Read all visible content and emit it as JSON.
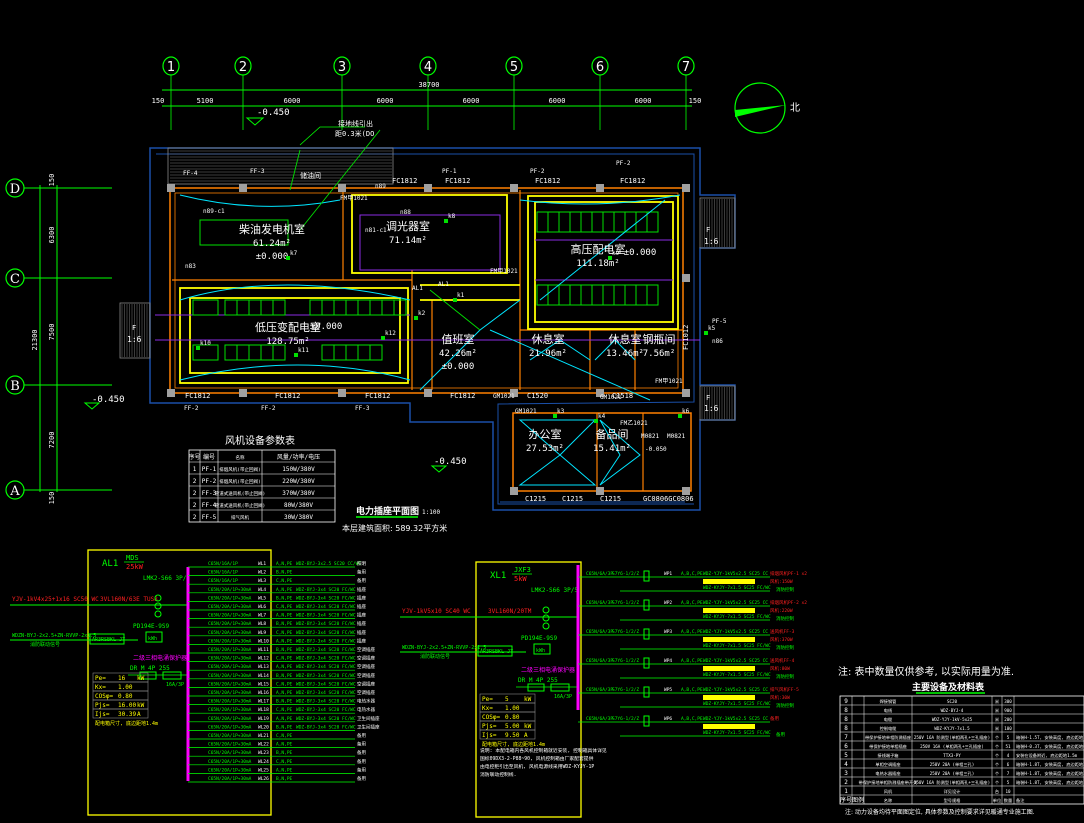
{
  "colors": {
    "background": "#000000",
    "grid_axis": "#00ff00",
    "wall_outer": "#1a4fa8",
    "wall_inner": "#ff8000",
    "wiring_yellow": "#ffff00",
    "wiring_cyan": "#00e5ff",
    "equipment_green": "#00e000",
    "purple": "#8a2be2",
    "magenta": "#ff00ff",
    "red": "#ff2020",
    "white": "#ffffff",
    "column_gray": "#a0a0a0"
  },
  "plan": {
    "title": "电力插座平面图",
    "scale": "1:100",
    "area_note": "本层建筑面积: 589.32平方米",
    "north_label": "北",
    "top_axes": [
      "1",
      "2",
      "3",
      "4",
      "5",
      "6",
      "7"
    ],
    "side_axes": [
      "D",
      "C",
      "B",
      "A"
    ],
    "top_total_dim": "38700",
    "top_dims": [
      "150",
      "5100",
      "6000",
      "6000",
      "6000",
      "6000",
      "6000",
      "150"
    ],
    "side_total_dim": "21300",
    "side_dims": [
      "150",
      "6300",
      "7500",
      "7200",
      "150"
    ],
    "elevation_outside": "-0.450",
    "leader_note_top": "接地线引出",
    "leader_note_top2": "距0.3米(DO",
    "rooms": [
      {
        "name": "柴油发电机室",
        "area": "61.24m²",
        "elev": "±0.000"
      },
      {
        "name": "调光器室",
        "area": "71.14m²"
      },
      {
        "name": "高压配电室",
        "area": "111.18m²",
        "elev": "±0.000"
      },
      {
        "name": "低压变配电室",
        "area": "128.75m²",
        "elev": "±0.000"
      },
      {
        "name": "值班室",
        "area": "42.26m²",
        "elev": "±0.000"
      },
      {
        "name": "休息室",
        "area": "21.96m²"
      },
      {
        "name": "休息室",
        "area": "13.46m²"
      },
      {
        "name": "钢瓶间",
        "area": "7.56m²"
      },
      {
        "name": "办公室",
        "area": "27.53m²"
      },
      {
        "name": "备品间",
        "area": "15.41m²"
      }
    ],
    "window_labels": [
      "FC1812",
      "FC1812",
      "FC1812",
      "FC1812",
      "FC1812",
      "FC1812",
      "FC1812",
      "FC1812",
      "C1520",
      "C1518",
      "C1518",
      "C1215",
      "C1215",
      "C1215",
      "GC0806GC0806",
      "FC1012"
    ],
    "door_labels": [
      "FM甲1021",
      "FM甲1021",
      "FM甲1021",
      "GM1021",
      "GM1021",
      "GM1021",
      "FM乙1021",
      "FM乙1021",
      "M0821",
      "M0821",
      "储油间"
    ],
    "fan_labels": [
      "PF-1",
      "PF-2",
      "PF-3",
      "FF-2",
      "FF-3",
      "FF-4",
      "PF-5"
    ],
    "switch_labels": [
      "k1",
      "k2",
      "k3",
      "k4",
      "k5",
      "k6",
      "k7",
      "k8",
      "k9",
      "k10",
      "k11",
      "k12"
    ],
    "box_labels": [
      "AL1",
      "XL1",
      "n89-c1",
      "n89",
      "n88",
      "n81-c1",
      "n83",
      "n86"
    ],
    "ramp_label": "1:6",
    "ramp_letter": "F",
    "toilet_elev": "-0.050"
  },
  "fan_table": {
    "title": "风机设备参数表",
    "headers": [
      "序号",
      "编号",
      "名称",
      "风量/功率/电压"
    ],
    "rows": [
      [
        "1",
        "PF-1",
        "排烟风机(带止回阀)",
        "150W/380V"
      ],
      [
        "2",
        "PF-2",
        "排烟风机(带止回阀)",
        "220W/380V"
      ],
      [
        "2",
        "FF-3",
        "管道式送风机(带止回阀)",
        "370W/380V"
      ],
      [
        "2",
        "FF-4",
        "管道式送风机(带止回阀)",
        "80W/380V"
      ],
      [
        "2",
        "FF-5",
        "排气风机",
        "30W/380V"
      ]
    ]
  },
  "panel_al1": {
    "name": "AL1",
    "model": "MDS",
    "power": "25kW",
    "incoming_cable": "YJV-1kV4x25+1x16 SC50 WC",
    "main_breaker": "3VL160N/63E TUS8",
    "isolator": "LMK2-S66 3P/5",
    "meter": "PD194E-9S9",
    "meter_box": "kWh",
    "signal_cable": "WDZN-BYJ-2x2.5+ZN-RVVP-2x1.5",
    "signal_note": "消防联动信号",
    "signal_module": "AR3RSBKL-JT",
    "surge_title": "二级三相电涌保护器",
    "surge": "DR M 4P 255",
    "surge_breaker": "16A/3P",
    "params": [
      [
        "Pe=",
        "16",
        "kW"
      ],
      [
        "Kx=",
        "1.00",
        ""
      ],
      [
        "COSφ=",
        "0.80",
        ""
      ],
      [
        "Pjs=",
        "16.00",
        "kW"
      ],
      [
        "Ijs=",
        "30.39",
        "A"
      ]
    ],
    "params_note": "配电箱尺寸, 底边距地1.4m",
    "circuits": [
      [
        "C65N/16A/1P",
        "WL1",
        "A,N,PE",
        "WDZ-BYJ-3x2.5 SC20 CC/WC",
        "照明"
      ],
      [
        "C65N/16A/1P",
        "WL2",
        "B,N,PE",
        "",
        "备用"
      ],
      [
        "C65N/16A/1P",
        "WL3",
        "C,N,PE",
        "",
        "备用"
      ],
      [
        "C65N/20A/1P+30mA",
        "WL4",
        "A,N,PE",
        "WDZ-BYJ-3x4 SC20 FC/WC",
        "插座"
      ],
      [
        "C65N/20A/1P+30mA",
        "WL5",
        "B,N,PE",
        "WDZ-BYJ-3x4 SC20 FC/WC",
        "插座"
      ],
      [
        "C65N/20A/1P+30mA",
        "WL6",
        "C,N,PE",
        "WDZ-BYJ-3x4 SC20 FC/WC",
        "插座"
      ],
      [
        "C65N/20A/1P+30mA",
        "WL7",
        "A,N,PE",
        "WDZ-BYJ-3x4 SC20 FC/WC",
        "插座"
      ],
      [
        "C65N/20A/1P+30mA",
        "WL8",
        "B,N,PE",
        "WDZ-BYJ-3x4 SC20 FC/WC",
        "插座"
      ],
      [
        "C65N/20A/1P+30mA",
        "WL9",
        "C,N,PE",
        "WDZ-BYJ-3x4 SC20 FC/WC",
        "插座"
      ],
      [
        "C65N/20A/1P+30mA",
        "WL10",
        "A,N,PE",
        "WDZ-BYJ-3x4 SC20 FC/WC",
        "插座"
      ],
      [
        "C65N/20A/1P+30mA",
        "WL11",
        "B,N,PE",
        "WDZ-BYJ-3x4 SC20 FC/WC",
        "空调插座"
      ],
      [
        "C65N/20A/1P+30mA",
        "WL12",
        "C,N,PE",
        "WDZ-BYJ-3x4 SC20 FC/WC",
        "空调插座"
      ],
      [
        "C65N/20A/1P+30mA",
        "WL13",
        "A,N,PE",
        "WDZ-BYJ-3x4 SC20 FC/WC",
        "空调插座"
      ],
      [
        "C65N/20A/1P+30mA",
        "WL14",
        "B,N,PE",
        "WDZ-BYJ-3x4 SC20 FC/WC",
        "空调插座"
      ],
      [
        "C65N/20A/1P+30mA",
        "WL15",
        "C,N,PE",
        "WDZ-BYJ-3x4 SC20 FC/WC",
        "空调插座"
      ],
      [
        "C65N/20A/1P+30mA",
        "WL16",
        "A,N,PE",
        "WDZ-BYJ-3x4 SC20 FC/WC",
        "空调插座"
      ],
      [
        "C65N/20A/1P+30mA",
        "WL17",
        "B,N,PE",
        "WDZ-BYJ-3x4 SC20 FC/WC",
        "电热水器"
      ],
      [
        "C65N/20A/1P+30mA",
        "WL18",
        "C,N,PE",
        "WDZ-BYJ-3x4 SC20 FC/WC",
        "电热水器"
      ],
      [
        "C65N/20A/1P+30mA",
        "WL19",
        "A,N,PE",
        "WDZ-BYJ-3x4 SC20 FC/WC",
        "卫生间插座"
      ],
      [
        "C65N/20A/1P+30mA",
        "WL20",
        "B,N,PE",
        "WDZ-BYJ-3x4 SC20 FC/WC",
        "卫生间插座"
      ],
      [
        "C65N/20A/1P+30mA",
        "WL21",
        "C,N,PE",
        "",
        "备用"
      ],
      [
        "C65N/20A/1P+30mA",
        "WL22",
        "A,N,PE",
        "",
        "备用"
      ],
      [
        "C65N/20A/1P+30mA",
        "WL23",
        "B,N,PE",
        "",
        "备用"
      ],
      [
        "C65N/20A/1P+30mA",
        "WL24",
        "C,N,PE",
        "",
        "备用"
      ],
      [
        "C65N/20A/1P+30mA",
        "WL25",
        "A,N,PE",
        "",
        "备用"
      ],
      [
        "C65N/20A/1P+30mA",
        "WL26",
        "B,N,PE",
        "",
        "备用"
      ]
    ]
  },
  "panel_xl1": {
    "name": "XL1",
    "model": "JXF3",
    "power": "5kW",
    "incoming_cable": "YJV-1kV5x10 SC40 WC",
    "main_breaker": "3VL160N/20TM",
    "isolator": "LMK2-S66 3P/5",
    "meter": "PD194E-9S9",
    "meter_box": "kWh",
    "signal_cable": "WDZN-BYJ-2x2.5+ZN-RVVP-2x1.5",
    "signal_note": "消防联动信号",
    "signal_module": "AR3RSBKL-JT",
    "surge_title": "二级三相电涌保护器",
    "surge": "DR M 4P 255",
    "surge_breaker": "16A/3P",
    "params": [
      [
        "Pe=",
        "5",
        "kW"
      ],
      [
        "Kx=",
        "1.00",
        ""
      ],
      [
        "COSφ=",
        "0.80",
        ""
      ],
      [
        "Pjs=",
        "5.00",
        "kW"
      ],
      [
        "Ijs=",
        "9.50",
        "A"
      ]
    ],
    "params_note": "配电箱尺寸, 底边距地1.4m",
    "notes": [
      "说明: 本配电箱内各风机控制箱就近安装, 控制箱具体详见",
      "国标09DX3-2-P88~90, 风机控制箱由厂家配套提供",
      "由电控柜引出至风机, 风机电源线采用WDZ-KYJY-1P",
      "消防联动控制线."
    ],
    "circuits": [
      [
        "C65N/6A/3P",
        "S7Y6-1/2/Z",
        "WP1",
        "A,B,C,PE",
        "WDZ-YJY-1kV5x2.5 SC25 CC",
        "排烟风机PF-1 x2",
        "WDZ-KYJY-7x1.5 SC25 FC/WC",
        "消防控制",
        "风机:150W"
      ],
      [
        "C65N/6A/3P",
        "S7Y6-1/2/Z",
        "WP2",
        "A,B,C,PE",
        "WDZ-YJY-1kV5x2.5 SC25 CC",
        "排烟风机PF-2 x2",
        "WDZ-KYJY-7x1.5 SC25 FC/WC",
        "消防控制",
        "风机:220W"
      ],
      [
        "C65N/6A/3P",
        "S7Y6-1/2/Z",
        "WP3",
        "A,B,C,PE",
        "WDZ-YJY-1kV5x2.5 SC25 CC",
        "送风机FF-3",
        "WDZ-KYJY-7x1.5 SC25 FC/WC",
        "消防控制",
        "风机:370W"
      ],
      [
        "C65N/6A/3P",
        "S7Y6-1/2/Z",
        "WP4",
        "A,B,C,PE",
        "WDZ-YJY-1kV5x2.5 SC25 CC",
        "送风机FF-4",
        "WDZ-KYJY-7x1.5 SC25 FC/WC",
        "消防控制",
        "风机:80W"
      ],
      [
        "C65N/6A/3P",
        "S7Y6-1/2/Z",
        "WP5",
        "A,B,C,PE",
        "WDZ-YJY-1kV5x2.5 SC25 CC",
        "排气风机FF-5",
        "WDZ-KYJY-7x1.5 SC25 FC/WC",
        "消防控制",
        "风机:30W"
      ],
      [
        "C65N/6A/3P",
        "S7Y6-1/2/Z",
        "WP6",
        "A,B,C,PE",
        "WDZ-YJY-1kV5x2.5 SC25 CC",
        "备用",
        "WDZ-KYJY-7x1.5 SC25 FC/WC",
        "备用",
        ""
      ]
    ]
  },
  "materials": {
    "note_top": "注: 表中数量仅供参考, 以实际用量为准.",
    "title": "主要设备及材料表",
    "headers": [
      "序号",
      "图例",
      "名称",
      "型号规格",
      "单位",
      "数量",
      "备注"
    ],
    "rows": [
      [
        "9",
        "",
        "焊接钢管",
        "SC20",
        "米",
        "300",
        ""
      ],
      [
        "8",
        "",
        "电线",
        "WDZ-BYJ-4",
        "米",
        "900",
        ""
      ],
      [
        "8",
        "",
        "电缆",
        "WDZ-YJY-1kV-5x25",
        "米",
        "200",
        ""
      ],
      [
        "8",
        "",
        "控制电缆",
        "WDZ-KYJY-7x1.5",
        "米",
        "100",
        ""
      ],
      [
        "7",
        "",
        "带保护接地单相防溅插座",
        "250V 16A 防溅型(单相两孔+三孔插座)",
        "个",
        "5",
        "暗装H-1.5T, 安装高度, 底边距地1.5m"
      ],
      [
        "6",
        "",
        "带保护接地单相插座",
        "250V 16A (单相两孔+三孔插座)",
        "个",
        "51",
        "暗装H-0.3T, 安装高度, 底边距地0.3m"
      ],
      [
        "5",
        "",
        "接线端子箱",
        "TTX3-PY",
        "个",
        "4",
        "安装在设备附近, 底边距地1.5m"
      ],
      [
        "4",
        "",
        "单相空调插座",
        "250V 20A (单相三孔)",
        "个",
        "6",
        "暗装H-1.8T, 安装高度, 底边距地2.2m"
      ],
      [
        "3",
        "",
        "电热水器插座",
        "250V 20A (单相三孔)",
        "个",
        "7",
        "暗装H-1.8T, 安装高度, 底边距地2.5m"
      ],
      [
        "2",
        "",
        "带保护接地单相防溅插座带开关",
        "250V 16A 防溅型(单相两孔+三孔插座)",
        "个",
        "5",
        "暗装H-1.8T, 安装高度, 底边距地1.5m"
      ],
      [
        "1",
        "",
        "风机",
        "详见设计",
        "台",
        "10",
        ""
      ]
    ],
    "note_bottom": "注: 动力设备均待平面图定位, 具体参数及控制要求详见暖通专业施工图."
  }
}
